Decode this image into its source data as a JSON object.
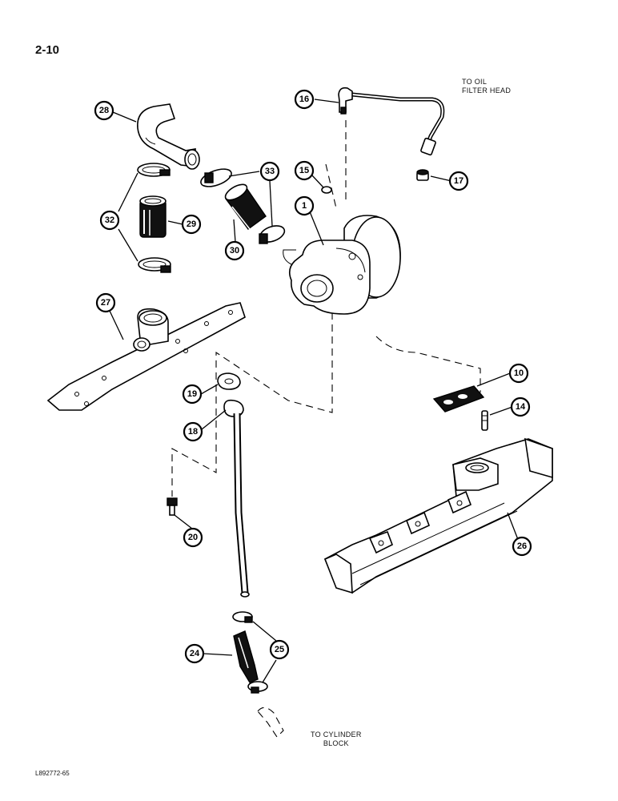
{
  "page": {
    "number": "2-10",
    "figure_code": "L892772-65"
  },
  "notes": {
    "to_oil_filter_head": [
      "TO OIL",
      "FILTER HEAD"
    ],
    "to_cylinder_block": [
      "TO CYLINDER",
      "BLOCK"
    ]
  },
  "callouts": {
    "c1": "1",
    "c10": "10",
    "c14": "14",
    "c15": "15",
    "c16": "16",
    "c17": "17",
    "c18": "18",
    "c19": "19",
    "c20": "20",
    "c24": "24",
    "c25": "25",
    "c26": "26",
    "c27": "27",
    "c28": "28",
    "c29": "29",
    "c30": "30",
    "c32": "32",
    "c33": "33"
  }
}
